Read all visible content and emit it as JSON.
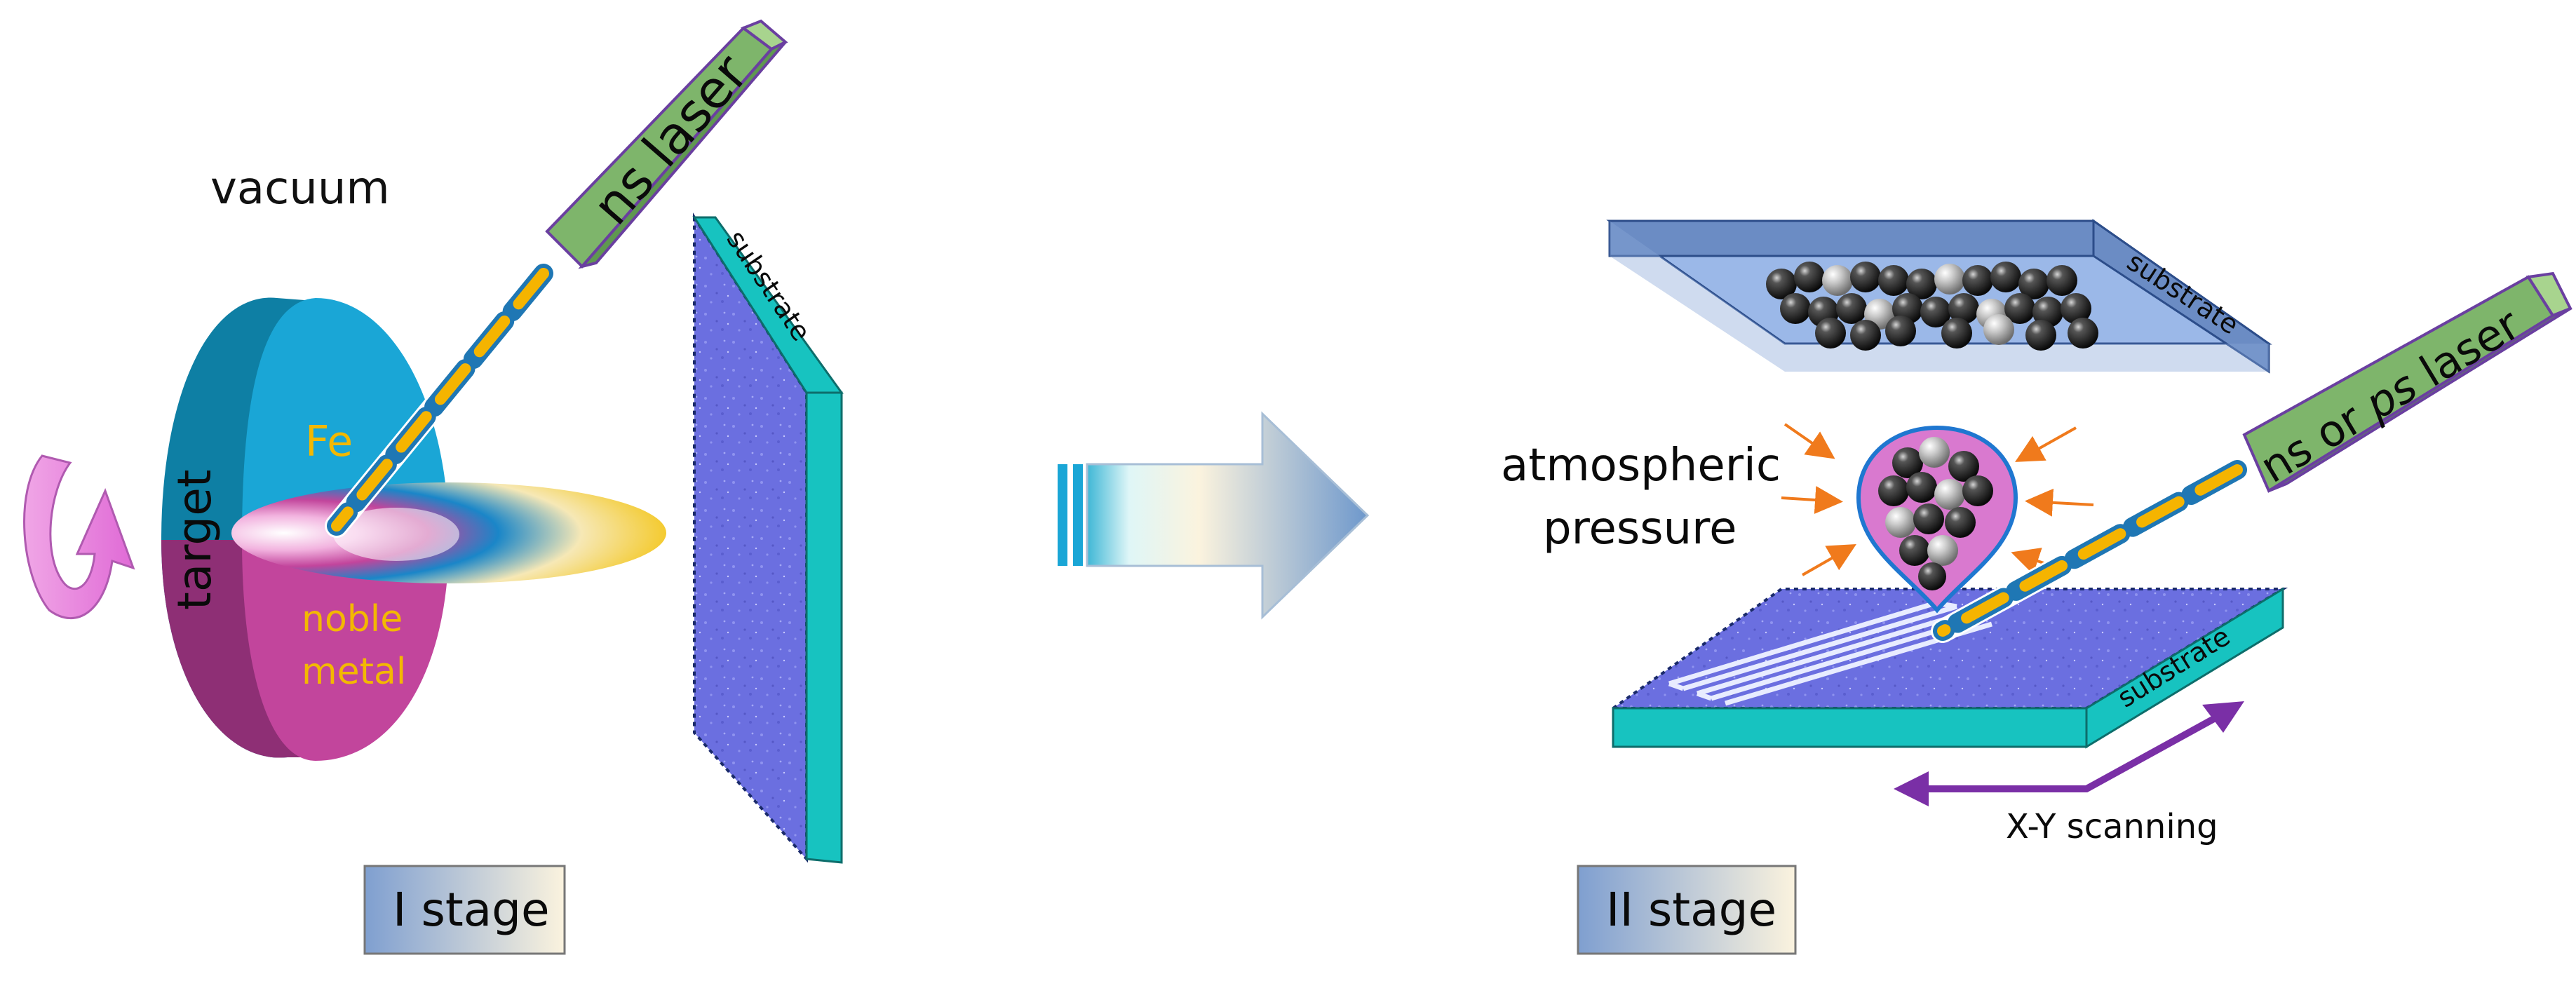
{
  "stage1": {
    "environment_label": "vacuum",
    "laser_label": "ns laser",
    "target_label": "target",
    "target_top_label": "Fe",
    "target_bottom_label_line1": "noble",
    "target_bottom_label_line2": "metal",
    "substrate_label": "substrate",
    "stage_label": "I stage"
  },
  "stage2": {
    "pressure_label_line1": "atmospheric",
    "pressure_label_line2": "pressure",
    "laser_label_prefix": "ns or ",
    "laser_label_italic": "ps",
    "laser_label_suffix": " laser",
    "top_substrate_label": "substrate",
    "bottom_substrate_label": "substrate",
    "scanning_label": "X-Y scanning",
    "stage_label": "II stage"
  },
  "colors": {
    "target_top": "#1aa6d6",
    "target_bottom": "#c2459c",
    "fe_text": "#f3b800",
    "laser_box": "#7eb56b",
    "substrate_edge": "#17c3c0",
    "substrate_face": "#6b6fe0",
    "arrow_purple": "#7a2fa6",
    "orange_arrows": "#f07a1c",
    "stage_box_start": "#7f9fd0",
    "stage_box_end": "#fbf3de"
  }
}
